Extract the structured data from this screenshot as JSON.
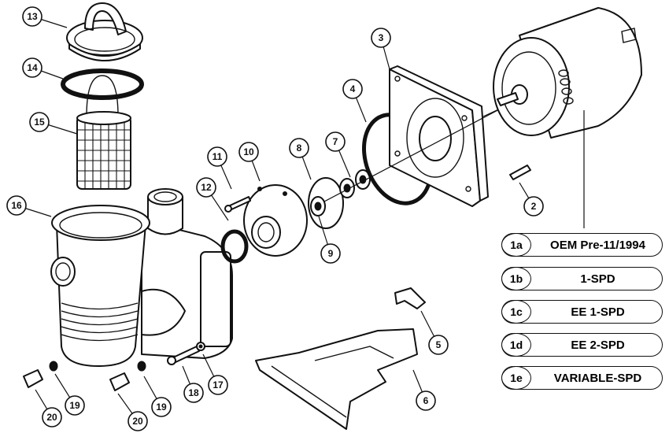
{
  "diagram": {
    "callouts": [
      "13",
      "14",
      "15",
      "16",
      "12",
      "11",
      "10",
      "8",
      "9",
      "7",
      "4",
      "3",
      "2",
      "5",
      "6",
      "17",
      "18",
      "19",
      "19",
      "20",
      "20"
    ]
  },
  "legend": [
    {
      "code": "1a",
      "label": "OEM Pre-11/1994"
    },
    {
      "code": "1b",
      "label": "1-SPD"
    },
    {
      "code": "1c",
      "label": "EE 1-SPD"
    },
    {
      "code": "1d",
      "label": "EE 2-SPD"
    },
    {
      "code": "1e",
      "label": "VARIABLE-SPD"
    }
  ]
}
